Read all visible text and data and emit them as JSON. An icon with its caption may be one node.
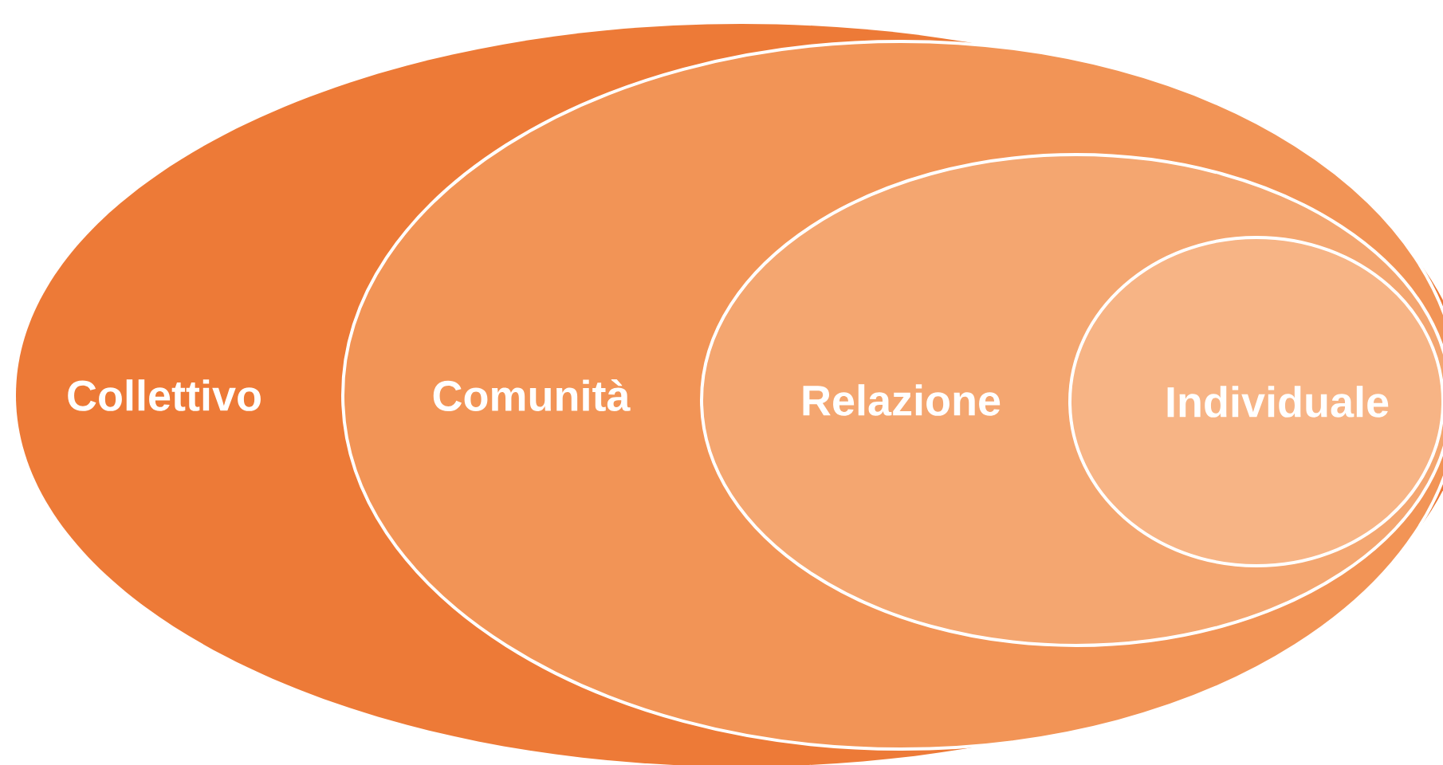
{
  "diagram": {
    "nodes": [
      {
        "text": [
          "Collettivo"
        ]
      },
      {
        "text": [
          "Comunità"
        ],
        "in": 0
      },
      {
        "text": [
          "Relazione"
        ],
        "in": 1
      },
      {
        "text": [
          "Individuale"
        ],
        "in": 2
      }
    ]
  }
}
